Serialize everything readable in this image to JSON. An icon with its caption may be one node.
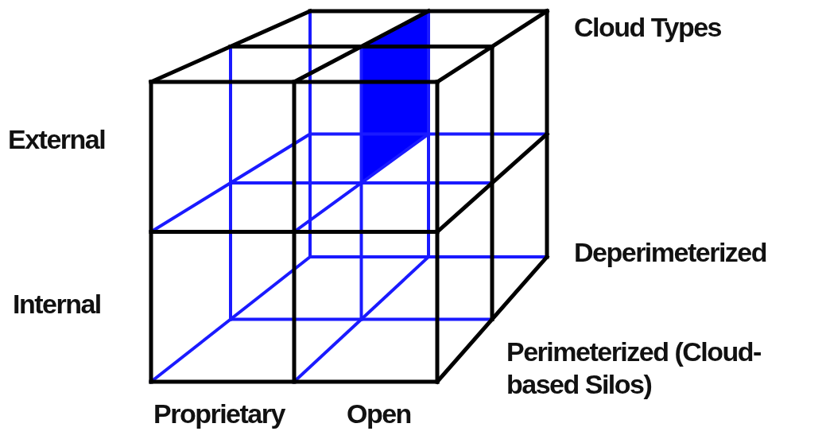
{
  "diagram": {
    "labels": [
      "Cloud Types",
      "External",
      "Internal",
      "Deperimeterized",
      "Perimeterized (Cloud-based Silos)",
      "Proprietary",
      "Open"
    ]
  }
}
